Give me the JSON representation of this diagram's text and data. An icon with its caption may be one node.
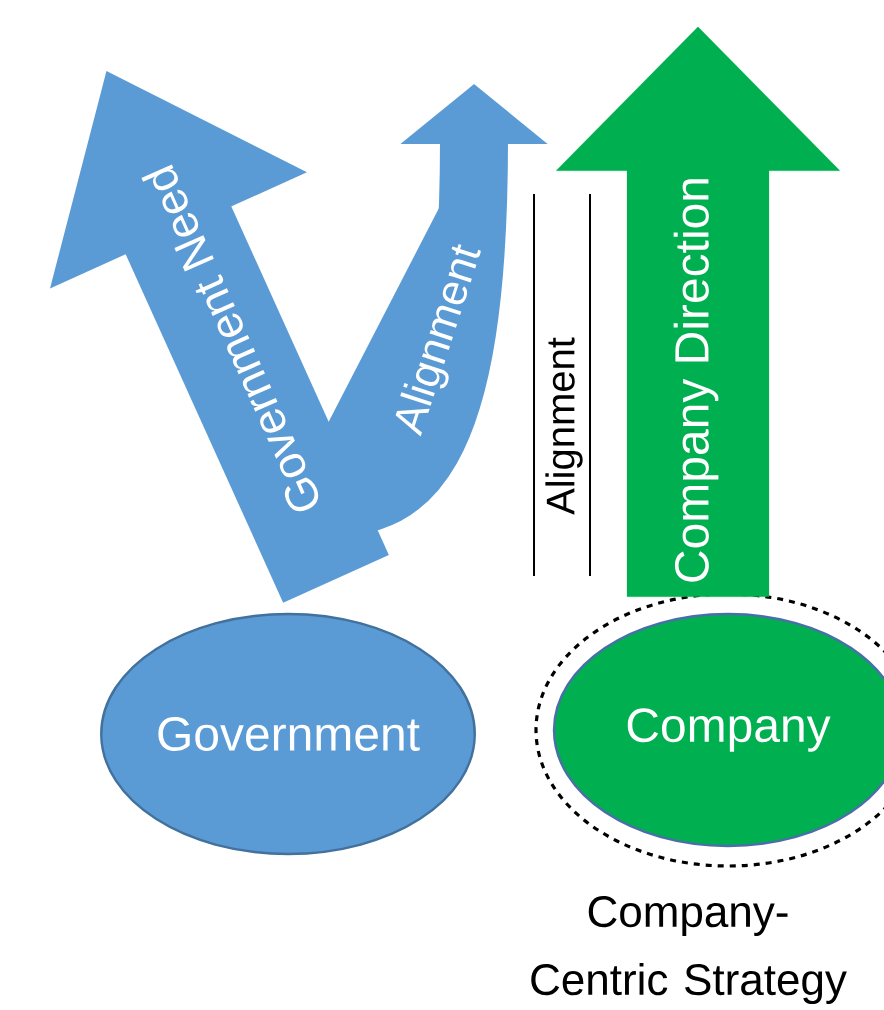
{
  "diagram": {
    "nodes": [
      {
        "text": [
          "Government"
        ]
      },
      {
        "text": [],
        "shape": "circle",
        "beside": [
          "Company- Centric Strategy"
        ]
      },
      {
        "text": [
          "Company"
        ],
        "in": 1
      }
    ],
    "edges": [
      {
        "from": 0,
        "to": null,
        "arrow": "to",
        "label": "Government Need"
      },
      {
        "from": 0,
        "to": null,
        "arrow": "to",
        "label": "Alignment"
      },
      {
        "from": 2,
        "to": null,
        "arrow": "to",
        "label": "Company Direction",
        "color": "#00b050"
      }
    ],
    "labels": [
      "Alignment"
    ]
  }
}
